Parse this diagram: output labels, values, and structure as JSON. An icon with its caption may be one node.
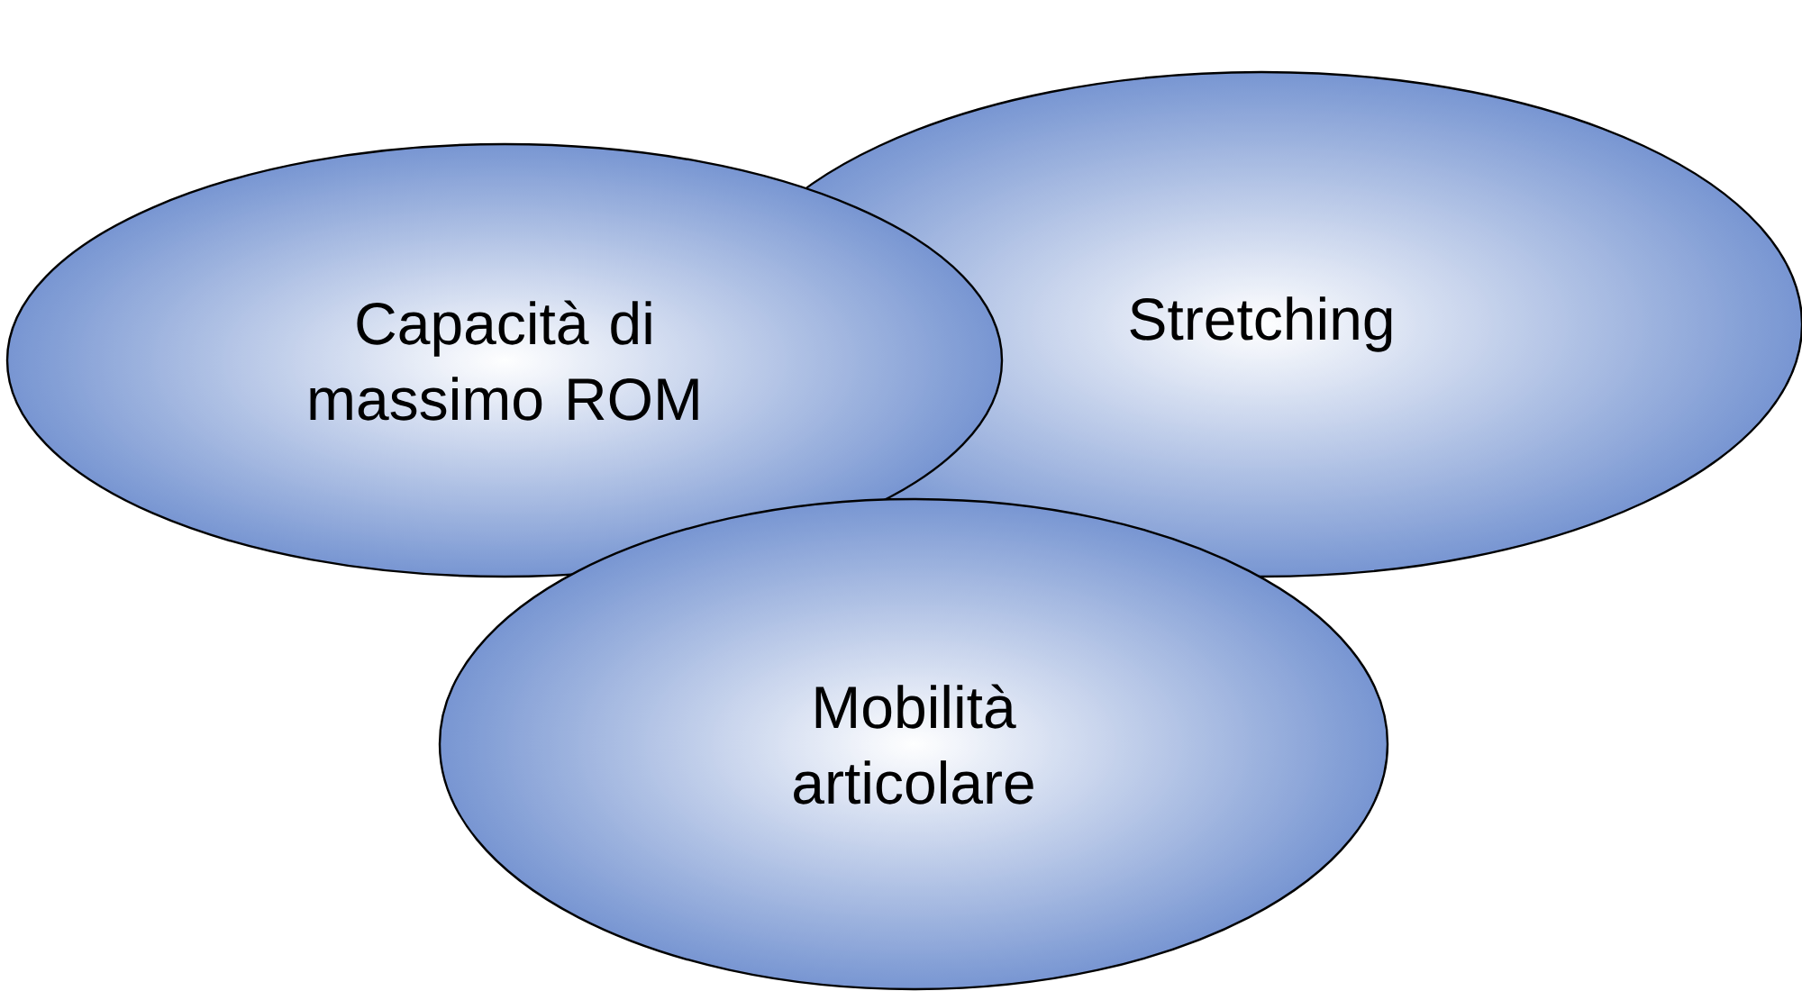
{
  "diagram": {
    "nodes": [
      {
        "text": [
          "Capacità di massimo ROM"
        ]
      },
      {
        "text": [
          "Stretching"
        ]
      },
      {
        "text": [
          "Mobilità articolare"
        ]
      }
    ]
  }
}
